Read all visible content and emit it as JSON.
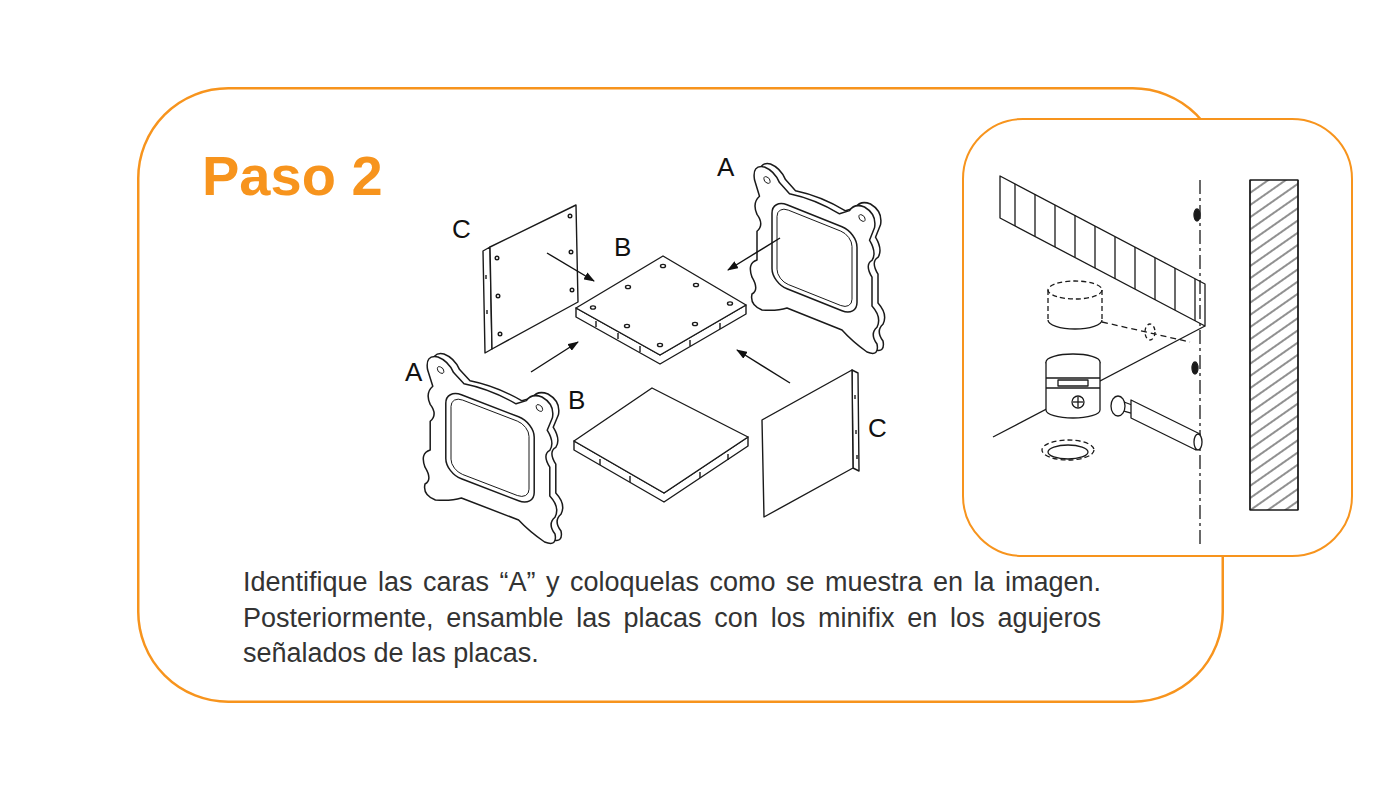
{
  "diagram": {
    "nodes": [
      {
        "text": [
          "Paso 2",
          "Identifique las caras “A” y coloquelas como se muestra en la imagen. Posteriormente, ensamble las placas con los minifix en los agujeros señalados de las placas."
        ]
      }
    ],
    "labels": [
      "A",
      "C",
      "B",
      "A",
      "B",
      "C"
    ]
  }
}
